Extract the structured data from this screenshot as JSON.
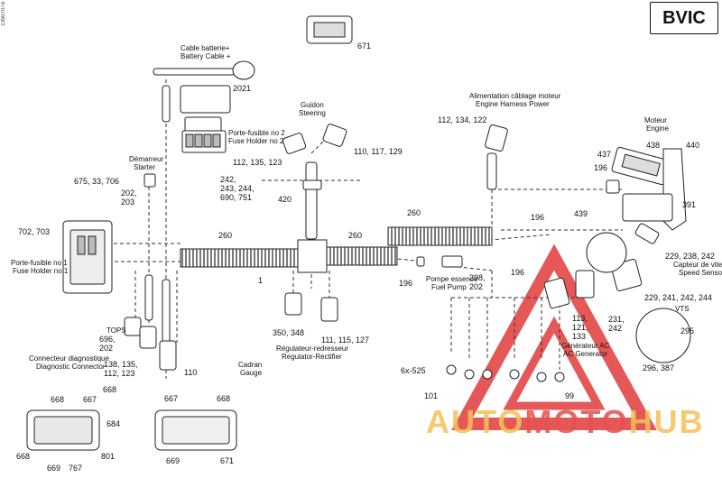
{
  "badge": "BVIC",
  "side_code": "1350707a",
  "colors": {
    "watermark_red": "#e23b3b",
    "watermark_yellow": "#f3c25a",
    "line": "#222222",
    "harness": "#444444"
  },
  "components": {
    "battery_cable": {
      "fr": "Cable batterie+",
      "en": "Battery Cable +",
      "ref": "2021"
    },
    "top_connector": {
      "ref": "671"
    },
    "fuse_holder_2": {
      "fr": "Porte-fusible no 2",
      "en": "Fuse Holder no 2",
      "refs_a": "112, 135, 123",
      "refs_b": "242,",
      "refs_c": "243, 244,",
      "refs_d": "690, 751"
    },
    "steering": {
      "fr": "Guidon",
      "en": "Steering",
      "refs_a": "110, 117, 129",
      "ref_b": "420"
    },
    "starter": {
      "fr": "Démarreur",
      "en": "Starter",
      "refs_top": "675, 33, 706",
      "refs_a": "202,",
      "refs_b": "203"
    },
    "fuse_holder_1": {
      "fr": "Porte-fusible no 1",
      "en": "Fuse Holder no 1",
      "refs": "702, 703"
    },
    "engine_harness_power": {
      "fr": "Alimentation câblage moteur",
      "en": "Engine Harness Power",
      "refs": "112, 134, 122"
    },
    "engine": {
      "fr": "Moteur",
      "en": "Engine",
      "r437": "437",
      "r438": "438",
      "r440": "440",
      "r196": "196",
      "r439": "439",
      "r391": "391"
    },
    "harness": {
      "r260a": "260",
      "r260b": "260",
      "r260c": "260",
      "r1": "1",
      "r196a": "196",
      "r196b": "196",
      "r196c": "196"
    },
    "speed_sensor": {
      "refs": "229, 238, 242",
      "fr": "Capteur de vitesse",
      "en": "Speed Sensor"
    },
    "vts": {
      "refs": "229, 241, 242, 244",
      "en": "VTS"
    },
    "fuel_pump": {
      "fr": "Pompe essence",
      "en": "Fuel Pump",
      "refs_a": "398,",
      "refs_b": "202"
    },
    "tops": {
      "en": "TOPS",
      "refs_a": "696,",
      "refs_b": "202"
    },
    "diagnostic": {
      "fr": "Connecteur diagnostique",
      "en": "Diagnostic Connector",
      "refs_a": "138, 135,",
      "refs_b": "112, 123"
    },
    "rectifier": {
      "fr": "Régulateur-redresseur",
      "en": "Regulator-Rectifier",
      "refs_left": "350, 348",
      "refs_right": "111, 115, 127"
    },
    "gauge": {
      "fr": "Cadran",
      "en": "Gauge",
      "ref": "110"
    },
    "ac_generator": {
      "refs_a": "113,",
      "refs_b": "121,",
      "refs_c": "133",
      "refs_d": "231,",
      "refs_e": "242",
      "fr": "Générateur AC",
      "en": "AC Generator",
      "r295": "295",
      "r296": "296, 387"
    },
    "ground": {
      "r6x": "6x-525",
      "r101": "101",
      "r99": "99"
    },
    "connector_left": {
      "r668a": "668",
      "r667": "667",
      "r668b": "668",
      "r684": "684",
      "r668c": "668",
      "r669": "669",
      "r767": "767",
      "r801": "801"
    },
    "connector_right": {
      "r667": "667",
      "r668": "668",
      "r669": "669",
      "r671": "671"
    }
  },
  "watermark": {
    "part_a": "AUTO",
    "part_b": "MOTO",
    "part_c": "HUB"
  }
}
